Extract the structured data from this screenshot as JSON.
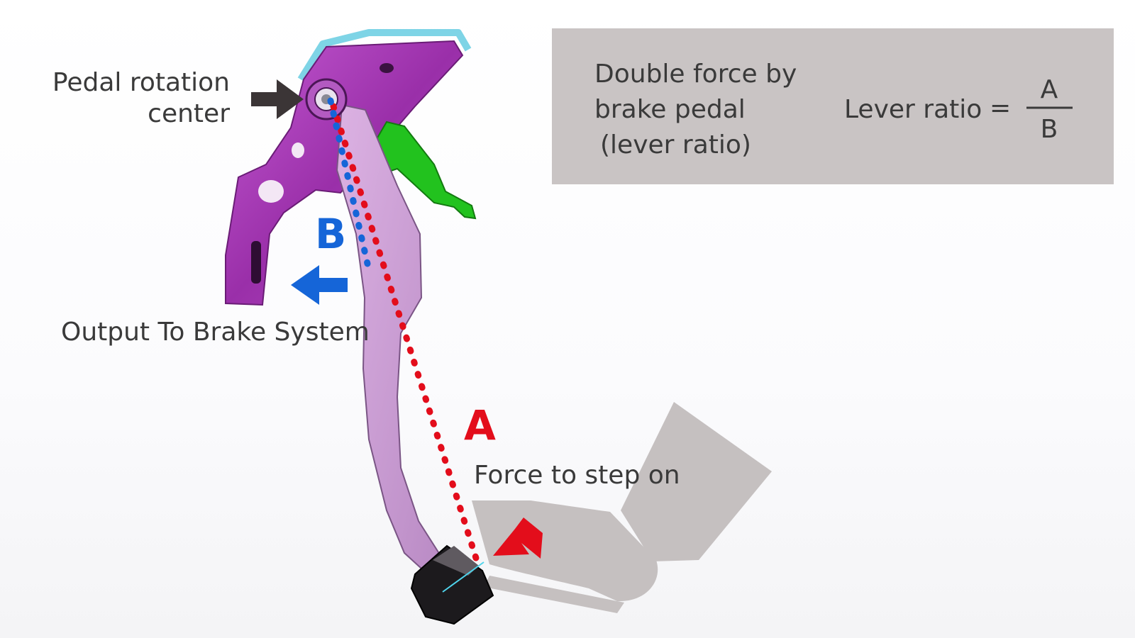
{
  "labels": {
    "pivot_line1": "Pedal rotation",
    "pivot_line2": "center",
    "output": "Output To Brake System",
    "force": "Force to step on",
    "letter_a": "A",
    "letter_b": "B"
  },
  "info_box": {
    "line1": "Double force by",
    "line2": "brake pedal",
    "line3": "(lever ratio)",
    "ratio_label": "Lever ratio",
    "equals": "=",
    "numerator": "A",
    "denominator": "B"
  },
  "colors": {
    "a_line": "#e30d1b",
    "b_line": "#1565d8",
    "arrow_dark": "#3b3536",
    "info_box_bg": "#c9c4c4",
    "bracket": "#a63db3",
    "pedal_arm": "#c9a0d0",
    "green_part": "#22c21e",
    "foot": "#c5c0c0"
  }
}
